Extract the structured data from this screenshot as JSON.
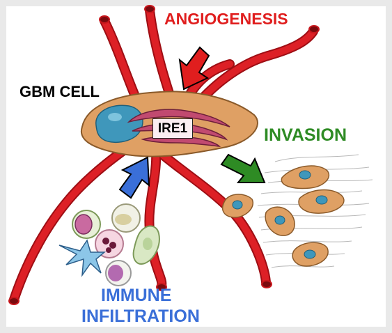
{
  "labels": {
    "angiogenesis": "ANGIOGENESIS",
    "gbm_cell": "GBM CELL",
    "ire1": "IRE1",
    "invasion": "INVASION",
    "immune_line1": "IMMUNE",
    "immune_line2": "INFILTRATION"
  },
  "colors": {
    "angiogenesis": "#e01e1e",
    "gbm_cell": "#000000",
    "invasion": "#2e8b24",
    "immune": "#3a6fd8",
    "vessel": "#c8161c",
    "cell_body": "#dfa064",
    "nucleus": "#3f97bb",
    "er": "#c14a70"
  },
  "icons": [
    "blood-vessel-icon",
    "glioblastoma-cell-icon",
    "endoplasmic-reticulum-icon",
    "immune-cells-icon",
    "invading-cells-icon",
    "arrow-icon"
  ]
}
